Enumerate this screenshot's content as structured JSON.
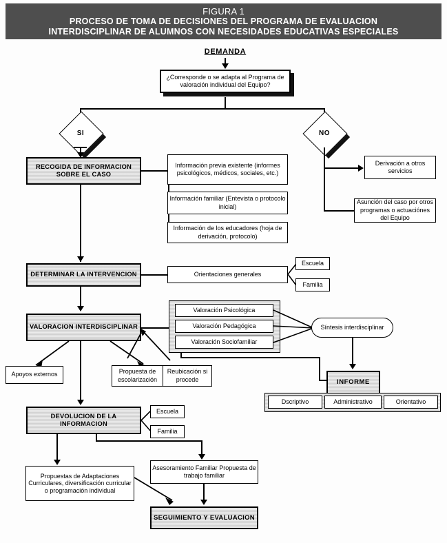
{
  "figure": {
    "header_line1": "FIGURA 1",
    "header_line2": "PROCESO DE TOMA DE DECISIONES DEL PROGRAMA DE EVALUACION",
    "header_line3": "INTERDISCIPLINAR DE ALUMNOS CON NECESIDADES EDUCATIVAS ESPECIALES",
    "header_bg": "#4e4e4e",
    "header_fg": "#ffffff",
    "node_fill_gray": "#d2d2d2",
    "node_fill_white": "#ffffff",
    "line_color": "#000000"
  },
  "nodes": {
    "demanda": "DEMANDA",
    "decision_question": "¿Corresponde o se adapta al Programa de valoración individual del Equipo?",
    "branch_yes": "SI",
    "branch_no": "NO",
    "recogida": "RECOGIDA DE INFORMACION SOBRE EL CASO",
    "info_previa": "Información previa existente (informes psicológicos, médicos, sociales, etc.)",
    "info_familiar": "Información familiar (Entevista o protocolo inicial)",
    "info_educadores": "Información de los educadores (hoja de derivación, protocolo)",
    "derivacion": "Derivación a otros servicios",
    "asuncion": "Asunción del  caso por otros programas o actuaciónes del Equipo",
    "determinar": "DETERMINAR LA INTERVENCION",
    "orientaciones": "Orientaciones generales",
    "escuela_1": "Escuela",
    "familia_1": "Familia",
    "valoracion_interdisciplinar": "VALORACION INTERDISCIPLINAR",
    "valoracion_psicologica": "Valoración Psicológica",
    "valoracion_pedagogica": "Valoración Pedagógica",
    "valoracion_sociofamiliar": "Valoración  Sociofamiliar",
    "sintesis": "Síntesis interdisciplinar",
    "apoyos_externos": "Apoyos externos",
    "propuesta_escolarizacion": "Propuesta de escolarización",
    "reubicacion": "Reubicación si procede",
    "informe": "INFORME",
    "informe_descriptivo": "Dscriptivo",
    "informe_administrativo": "Administrativo",
    "informe_orientativo": "Orientativo",
    "devolucion": "DEVOLUCION DE LA INFORMACION",
    "escuela_2": "Escuela",
    "familia_2": "Familia",
    "propuestas_adaptaciones": "Propuestas de Adaptaciones Curriculares, diversificación curricular o programación individual",
    "asesoramiento": "Asesoramiento Familiar Propuesta de trabajo familiar",
    "seguimiento": "SEGUIMIENTO Y EVALUACION"
  },
  "chart_data": {
    "type": "flowchart",
    "title": "PROCESO DE TOMA DE DECISIONES DEL PROGRAMA DE EVALUACION INTERDISCIPLINAR DE ALUMNOS CON NECESIDADES EDUCATIVAS ESPECIALES",
    "edges": [
      {
        "from": "DEMANDA",
        "to": "¿Corresponde o se adapta al Programa de valoración individual del Equipo?"
      },
      {
        "from": "¿Corresponde o se adapta al Programa de valoración individual del Equipo?",
        "to": "SI"
      },
      {
        "from": "¿Corresponde o se adapta al Programa de valoración individual del Equipo?",
        "to": "NO"
      },
      {
        "from": "SI",
        "to": "RECOGIDA DE INFORMACION SOBRE EL CASO"
      },
      {
        "from": "NO",
        "to": "Derivación a otros servicios"
      },
      {
        "from": "NO",
        "to": "Asunción del caso por otros programas o actuaciónes del Equipo"
      },
      {
        "from": "RECOGIDA DE INFORMACION SOBRE EL CASO",
        "to": "Información previa existente"
      },
      {
        "from": "RECOGIDA DE INFORMACION SOBRE EL CASO",
        "to": "Información familiar"
      },
      {
        "from": "RECOGIDA DE INFORMACION SOBRE EL CASO",
        "to": "Información de los educadores"
      },
      {
        "from": "RECOGIDA DE INFORMACION SOBRE EL CASO",
        "to": "DETERMINAR LA INTERVENCION"
      },
      {
        "from": "DETERMINAR LA INTERVENCION",
        "to": "Orientaciones generales"
      },
      {
        "from": "Orientaciones generales",
        "to": "Escuela"
      },
      {
        "from": "Orientaciones generales",
        "to": "Familia"
      },
      {
        "from": "DETERMINAR LA INTERVENCION",
        "to": "VALORACION INTERDISCIPLINAR"
      },
      {
        "from": "VALORACION INTERDISCIPLINAR",
        "to": "Valoración Psicológica"
      },
      {
        "from": "VALORACION INTERDISCIPLINAR",
        "to": "Valoración Pedagógica"
      },
      {
        "from": "VALORACION INTERDISCIPLINAR",
        "to": "Valoración Sociofamiliar"
      },
      {
        "from": "Valoración Psicológica",
        "to": "Síntesis interdisciplinar"
      },
      {
        "from": "Valoración Pedagógica",
        "to": "Síntesis interdisciplinar"
      },
      {
        "from": "Valoración Sociofamiliar",
        "to": "Síntesis interdisciplinar"
      },
      {
        "from": "Síntesis interdisciplinar",
        "to": "INFORME"
      },
      {
        "from": "INFORME",
        "to": "Dscriptivo"
      },
      {
        "from": "INFORME",
        "to": "Administrativo"
      },
      {
        "from": "INFORME",
        "to": "Orientativo"
      },
      {
        "from": "VALORACION INTERDISCIPLINAR",
        "to": "Apoyos externos"
      },
      {
        "from": "VALORACION INTERDISCIPLINAR",
        "to": "Propuesta de escolarización"
      },
      {
        "from": "VALORACION INTERDISCIPLINAR",
        "to": "DEVOLUCION DE LA INFORMACION"
      },
      {
        "from": "DEVOLUCION DE LA INFORMACION",
        "to": "Escuela"
      },
      {
        "from": "DEVOLUCION DE LA INFORMACION",
        "to": "Familia"
      },
      {
        "from": "DEVOLUCION DE LA INFORMACION",
        "to": "Propuestas de Adaptaciones Curriculares"
      },
      {
        "from": "DEVOLUCION DE LA INFORMACION",
        "to": "Asesoramiento Familiar"
      },
      {
        "from": "Propuestas de Adaptaciones Curriculares",
        "to": "SEGUIMIENTO Y EVALUACION"
      },
      {
        "from": "Asesoramiento Familiar",
        "to": "SEGUIMIENTO Y EVALUACION"
      }
    ]
  }
}
